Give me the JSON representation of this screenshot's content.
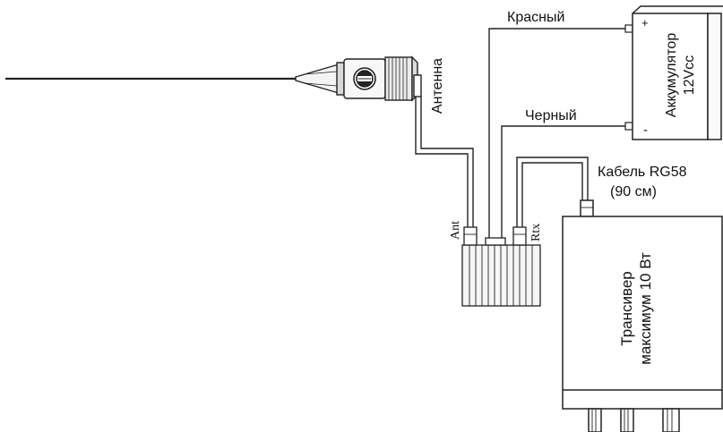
{
  "labels": {
    "antenna": "Антенна",
    "red_wire": "Красный",
    "black_wire": "Черный",
    "battery_line1": "Аккумулятор",
    "battery_line2": "12Vcc",
    "battery_plus": "+",
    "battery_minus": "-",
    "cable_line1": "Кабель RG58",
    "cable_line2": "(90 см)",
    "ant_port": "Ant",
    "rtx_port": "Rtx",
    "transceiver_line1": "Трансивер",
    "transceiver_line2": "максимум 10 Вт"
  },
  "colors": {
    "line": "#222222",
    "fill_light": "#f2f2f2",
    "fill_dark": "#555555"
  }
}
